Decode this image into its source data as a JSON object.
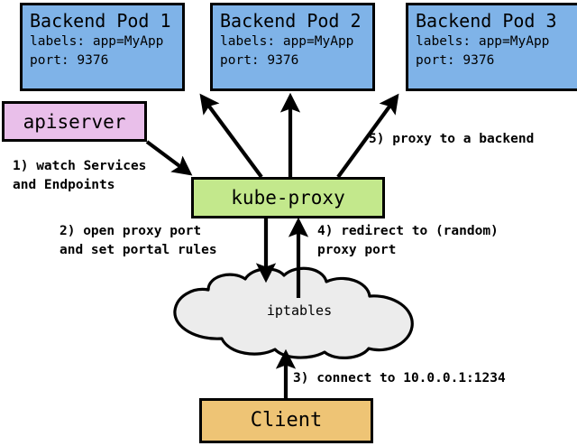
{
  "diagram": {
    "title": "kube-proxy service routing diagram",
    "colors": {
      "pod_fill": "#7FB3E8",
      "apiserver_fill": "#E9BFEA",
      "kube_proxy_fill": "#C3E88C",
      "client_fill": "#EEC475",
      "cloud_fill": "#ECECEC",
      "stroke": "#000000",
      "background": "#FFFFFF"
    },
    "pods": [
      {
        "title": "Backend Pod 1",
        "labels_line": "labels: app=MyApp",
        "port_line": "port: 9376"
      },
      {
        "title": "Backend Pod 2",
        "labels_line": "labels: app=MyApp",
        "port_line": "port: 9376"
      },
      {
        "title": "Backend Pod 3",
        "labels_line": "labels: app=MyApp",
        "port_line": "port: 9376"
      }
    ],
    "nodes": {
      "apiserver": "apiserver",
      "kube_proxy": "kube-proxy",
      "iptables": "iptables",
      "client": "Client"
    },
    "steps": [
      {
        "id": "step-1",
        "line1": "1) watch Services",
        "line2": "and Endpoints"
      },
      {
        "id": "step-2",
        "line1": "2) open proxy port",
        "line2": "and set portal rules"
      },
      {
        "id": "step-3",
        "line1": "3) connect to 10.0.0.1:1234",
        "line2": ""
      },
      {
        "id": "step-4",
        "line1": "4) redirect to (random)",
        "line2": "proxy port"
      },
      {
        "id": "step-5",
        "line1": "5) proxy to a backend",
        "line2": ""
      }
    ]
  }
}
